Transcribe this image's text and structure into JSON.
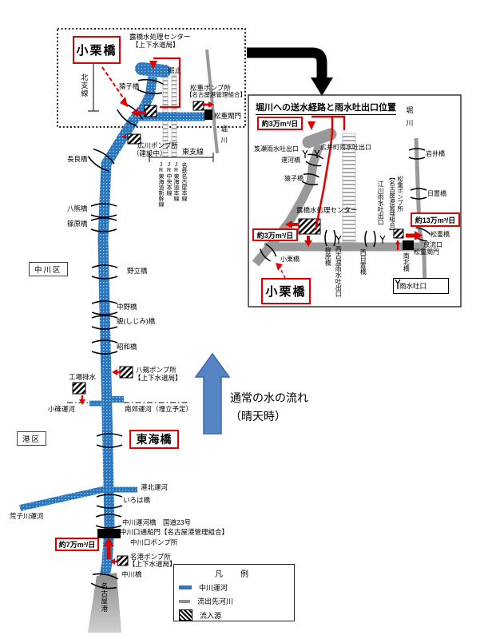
{
  "colors": {
    "canal_blue": "#2E76BA",
    "canal_dot": "#A8CBEA",
    "river_gray": "#999999",
    "accent_red": "#E00000",
    "flow_arrow_blue": "#5585C5"
  },
  "top_detail": {
    "oguri_bridge_box": "小栗橋",
    "treatment_center_line1": "露橋水処理センター",
    "treatment_center_line2": "【上下水道局】",
    "north_branch": "北支線",
    "canal_end": "堀止",
    "saruko_bridge": "猿子橋",
    "matsushige_pump_line1": "松重ポンプ所",
    "matsushige_pump_line2": "【名古屋港管理組合】",
    "matsushige_lock": "松重閘門",
    "horikawa": "堀川"
  },
  "main_map": {
    "hirokawa_pump_line1": "広川ポンプ所",
    "hirokawa_pump_line2": "（建設中）",
    "east_branch": "東支線",
    "railways": [
      "JR東海道新幹線",
      "JR中央本線",
      "JR東海道本線",
      "名鉄名古屋本線"
    ],
    "bridges": {
      "nagara": "長良橋",
      "yaguma": "八熊橋",
      "shinohara": "篠原橋",
      "nodate": "野立橋",
      "nakano": "中野橋",
      "shijimi": "蜆(しじみ)橋",
      "showa": "昭和橋",
      "tokai": "東海橋",
      "iroha": "いろは橋",
      "nakagawa_unga": "中川運河橋　国道23号",
      "nakagawa": "中川橋"
    },
    "nakagawa_ward": "中川区",
    "minato_ward": "港区",
    "factory_drainage": "工場排水",
    "yatsurugi_pump_line1": "八剱ポンプ所",
    "yatsurugi_pump_line2": "【上下水道局】",
    "ousu_canal": "小碓運河",
    "nanko_canal": "南郊運河（埋立予定）",
    "flow_label_line1": "通常の水の流れ",
    "flow_label_line2": "（晴天時）",
    "kohoku_canal": "港北運河",
    "arakogawa_canal": "荒子川運河",
    "nakagawaguchi_gate": "中川口通船門【名古屋港管理組合】",
    "nakagawaguchi_pump": "中川口ポンプ所",
    "discharge_7": "約7万m³/日",
    "meiko_pump_line1": "名港ポンプ所",
    "meiko_pump_line2": "【上下水道局】",
    "nagoya_port": "名古屋港"
  },
  "legend": {
    "title": "凡　例",
    "items": [
      "中川運河",
      "流出先河川",
      "流入源"
    ]
  },
  "inset": {
    "title": "堀川への送水経路と雨水吐出口位置",
    "discharge_3_top": "約3万m³/日",
    "discharge_3_left": "約3万m³/日",
    "discharge_13": "約13万m³/日",
    "horikawa": "堀川",
    "oise_outlet": "笈瀬雨水吐出口",
    "hiroicho_outlet": "広井町雨水吐出口",
    "unga_bridge": "運河橋",
    "saruko_bridge": "猿子橋",
    "iwai_bridge": "岩井橋",
    "hioki_bridge": "日置橋",
    "treatment_center": "露橋水処理センター",
    "matsushige_bridge": "松重橋",
    "discharge_outlet": "放流口",
    "matsushige_lock": "松重閘門",
    "nanboku_bridge": "南北橋",
    "nishi_hioki_bridge": "西日置橋",
    "yanagihara_bridge": "柳原橋",
    "nishi_furuwatari_outlet": "西古渡雨水吐出口",
    "egawa_outlet": "江川雨水吐出口",
    "matsushige_pump_line1": "松重ポンプ所",
    "matsushige_pump_line2": "【名古屋港管理組合】",
    "oguri_small": "小栗橋",
    "oguri_box": "小栗橋",
    "rain_outlet_legend": "雨水吐口"
  }
}
